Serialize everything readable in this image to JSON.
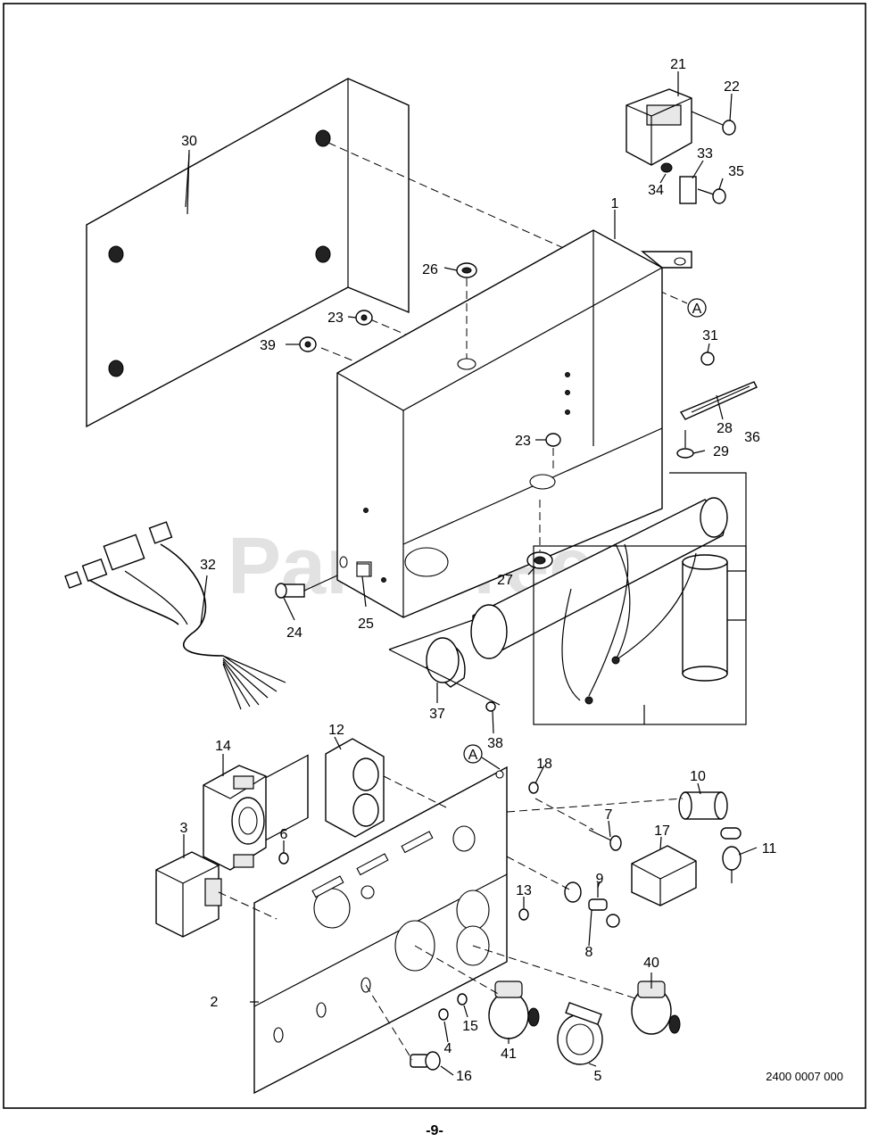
{
  "watermark": "PartsTree",
  "drawing_code": "2400 0007 000",
  "page_number": "-9-",
  "reference_marker": "A",
  "callouts": {
    "c1": "1",
    "c2": "2",
    "c3": "3",
    "c4": "4",
    "c5": "5",
    "c6": "6",
    "c7": "7",
    "c8": "8",
    "c9": "9",
    "c10": "10",
    "c11": "11",
    "c12": "12",
    "c13": "13",
    "c14": "14",
    "c15": "15",
    "c16": "16",
    "c17": "17",
    "c18": "18",
    "c21": "21",
    "c22": "22",
    "c23a": "23",
    "c23b": "23",
    "c24": "24",
    "c25": "25",
    "c26": "26",
    "c27": "27",
    "c28": "28",
    "c29": "29",
    "c30": "30",
    "c31": "31",
    "c32": "32",
    "c33": "33",
    "c34": "34",
    "c35": "35",
    "c36": "36",
    "c37": "37",
    "c38": "38",
    "c39": "39",
    "c40": "40",
    "c41": "41"
  }
}
